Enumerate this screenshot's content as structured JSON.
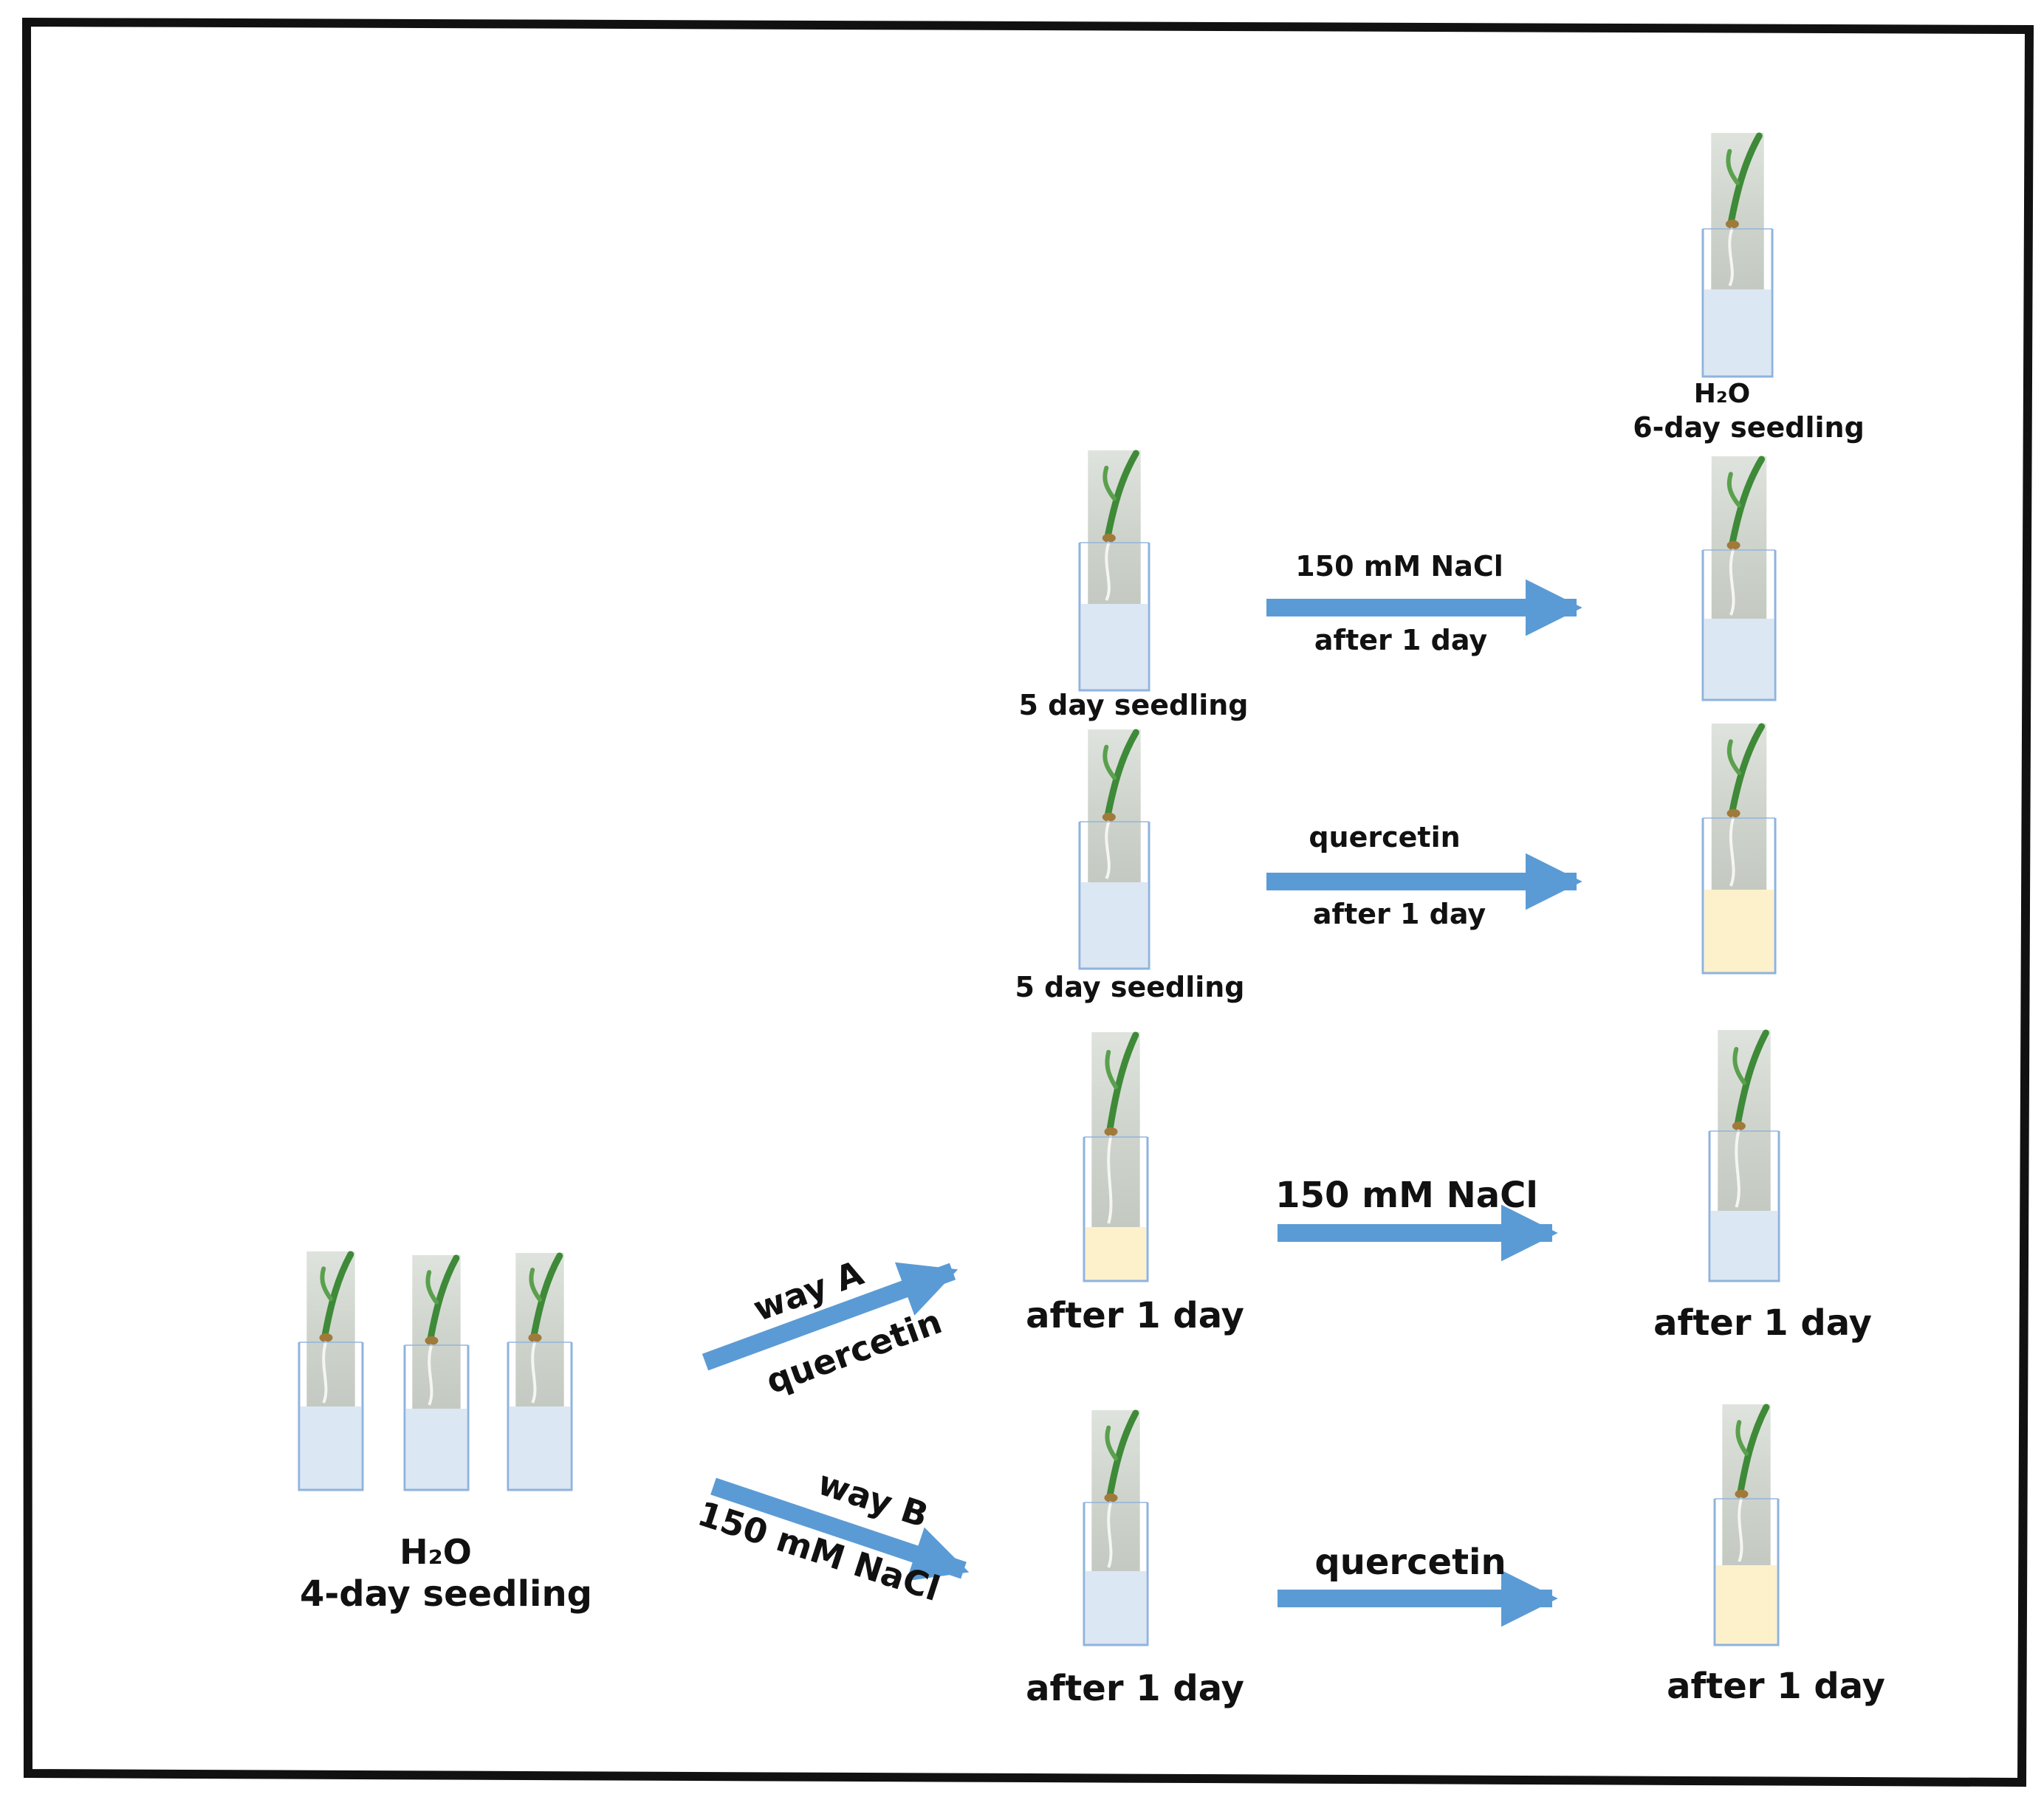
{
  "colors": {
    "water": "#dce7f4",
    "quercetin": "#fdf1cc",
    "beaker_edge": "#8fb3dd",
    "arrow": "#5b9bd5",
    "plant": "#3e8a38",
    "frame": "#111111"
  },
  "start": {
    "formula": "H₂O",
    "caption": "4-day seedling"
  },
  "routes": {
    "a_name": "way A",
    "a_treatment": "quercetin",
    "b_name": "way B",
    "b_treatment": "150 mM NaCl"
  },
  "row1": {
    "left_caption": "5 day seedling",
    "arrow_top": "150 mM NaCl",
    "arrow_bottom": "after 1 day",
    "top_formula": "H₂O",
    "top_caption": "6-day seedling"
  },
  "row2": {
    "left_caption": "5 day seedling",
    "arrow_top": "quercetin",
    "arrow_bottom": "after 1 day"
  },
  "row3": {
    "left_caption": "after 1 day",
    "arrow_top": "150 mM NaCl",
    "right_caption": "after 1 day"
  },
  "row4": {
    "left_caption": "after 1 day",
    "arrow_top": "quercetin",
    "right_caption": "after 1 day"
  }
}
